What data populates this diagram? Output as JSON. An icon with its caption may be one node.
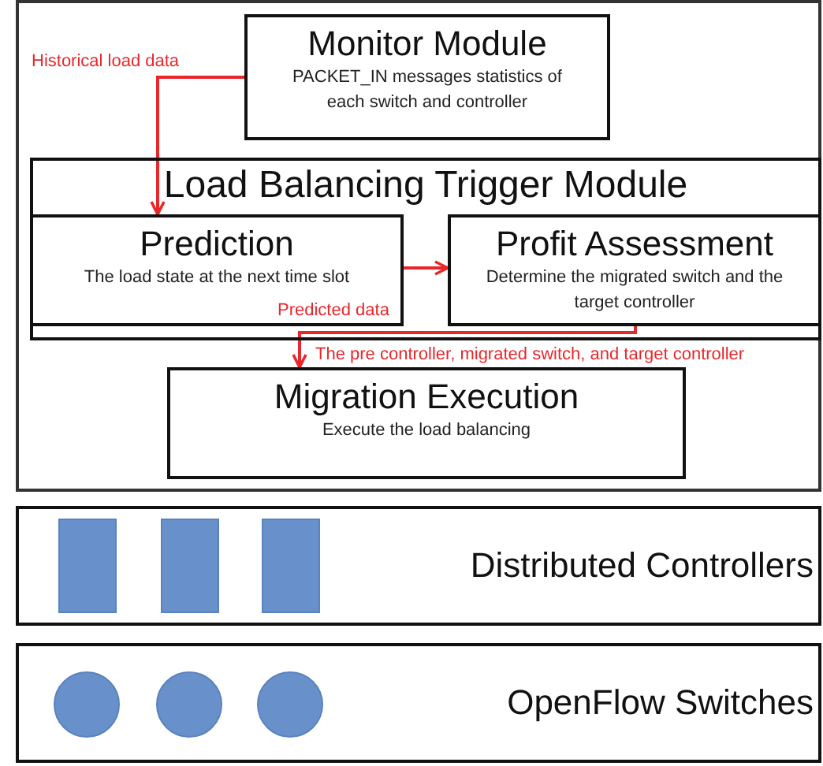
{
  "diagram": {
    "nodes": [
      {
        "text": [],
        "shape": "box"
      },
      {
        "text": [
          "Monitor Module",
          "PACKET_IN messages statistics of each switch and controller"
        ],
        "in": 0
      },
      {
        "text": [
          "Load Balancing Trigger Module"
        ],
        "in": 0
      },
      {
        "text": [
          "Prediction",
          "The load state at the next time slot"
        ],
        "in": 2
      },
      {
        "text": [
          "Profit Assessment",
          "Determine the migrated switch and the target controller"
        ],
        "in": 2
      },
      {
        "text": [
          "Migration Execution",
          "Execute the load balancing"
        ],
        "in": 0
      },
      {
        "text": [
          "Distributed Controllers"
        ]
      },
      {
        "text": [],
        "shape": "box",
        "in": 6
      },
      {
        "text": [],
        "shape": "box",
        "in": 6
      },
      {
        "text": [],
        "shape": "box",
        "in": 6
      },
      {
        "text": [
          "OpenFlow Switches"
        ]
      },
      {
        "text": [],
        "shape": "circle",
        "in": 10
      },
      {
        "text": [],
        "shape": "circle",
        "in": 10
      },
      {
        "text": [],
        "shape": "circle",
        "in": 10
      }
    ],
    "edges": [
      {
        "from": 1,
        "to": 3,
        "arrow": "to",
        "label": "Historical load data"
      },
      {
        "from": 3,
        "to": 4,
        "arrow": "to",
        "label": "Predicted data"
      },
      {
        "from": 4,
        "to": 5,
        "arrow": "to",
        "label": "The pre controller, migrated switch, and target controller"
      }
    ]
  }
}
